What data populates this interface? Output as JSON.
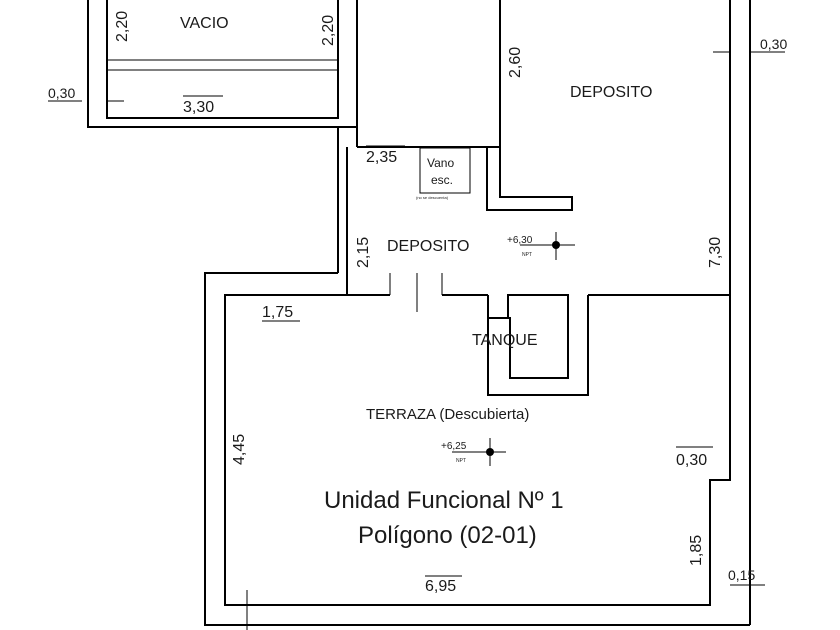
{
  "rooms": {
    "vacio": "VACIO",
    "deposito_upper": "DEPOSITO",
    "deposito_lower": "DEPOSITO",
    "tanque": "TANQUE",
    "terraza": "TERRAZA (Descubierta)",
    "vano_line1": "Vano",
    "vano_line2": "esc.",
    "vano_note": "(no se descuenta)"
  },
  "title": {
    "line1": "Unidad Funcional Nº 1",
    "line2": "Polígono (02-01)"
  },
  "levels": {
    "deposito": "+6,30",
    "terraza": "+6,25",
    "npt": "NPT"
  },
  "dimensions": {
    "vacio_left": "2,20",
    "vacio_right": "2,20",
    "vacio_width": "3,30",
    "left_wall": "0,30",
    "deposito_height": "2,60",
    "right_wall_top": "0,30",
    "stair_width": "2,35",
    "stair_height": "2,15",
    "deposito_depth": "7,30",
    "terraza_top": "1,75",
    "terraza_height": "4,45",
    "right_wall_mid": "0,30",
    "right_offset": "1,85",
    "right_wall_bottom": "0,15",
    "terraza_width": "6,95"
  }
}
